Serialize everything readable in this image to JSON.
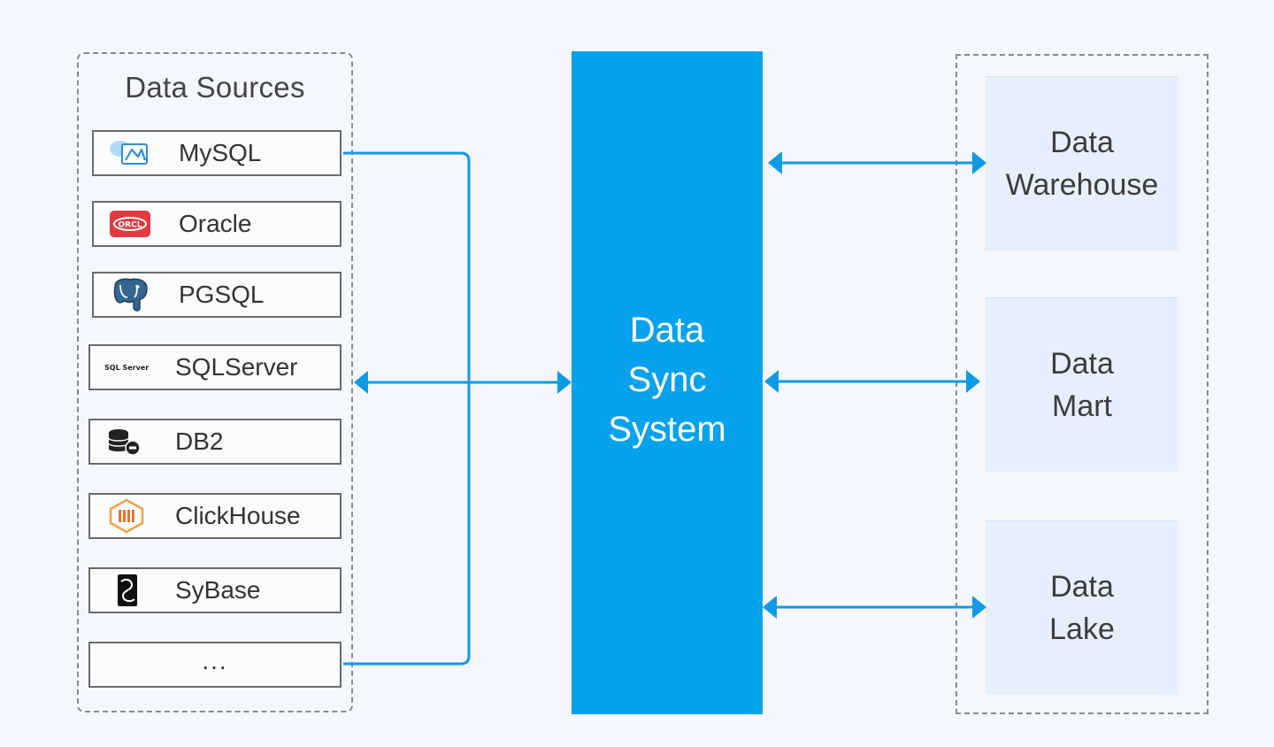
{
  "sources": {
    "title": "Data Sources",
    "items": [
      {
        "label": "MySQL",
        "icon": "mysql-dolphin-icon"
      },
      {
        "label": "Oracle",
        "icon": "oracle-logo-icon",
        "icon_text": "ORCL"
      },
      {
        "label": "PGSQL",
        "icon": "postgresql-elephant-icon"
      },
      {
        "label": "SQLServer",
        "icon": "sql-server-logo-icon",
        "icon_text": "SQL Server"
      },
      {
        "label": "DB2",
        "icon": "db2-database-icon"
      },
      {
        "label": "ClickHouse",
        "icon": "clickhouse-logo-icon"
      },
      {
        "label": "SyBase",
        "icon": "sybase-logo-icon"
      }
    ],
    "more": "..."
  },
  "sync": {
    "lines": [
      "Data",
      "Sync",
      "System"
    ]
  },
  "targets": [
    {
      "lines": [
        "Data",
        "Warehouse"
      ]
    },
    {
      "lines": [
        "Data",
        "Mart"
      ]
    },
    {
      "lines": [
        "Data",
        "Lake"
      ]
    }
  ],
  "colors": {
    "accent": "#07a2ec",
    "connector": "#0f9ae6",
    "target_fill": "#e6effd",
    "background": "#f4f7fd"
  }
}
